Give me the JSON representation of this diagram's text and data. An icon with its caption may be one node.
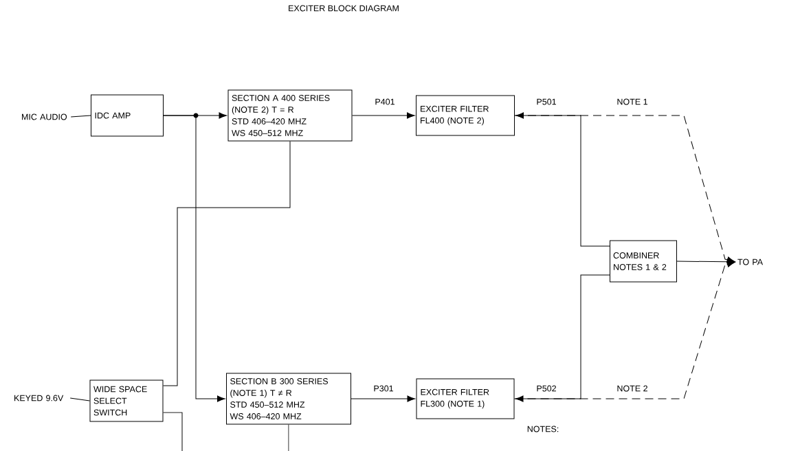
{
  "diagram": {
    "title": "EXCITER BLOCK DIAGRAM",
    "nodes": [
      {
        "text": [
          "MIC AUDIO"
        ]
      },
      {
        "text": [
          "IDC AMP"
        ]
      },
      {
        "text": [
          "SECTION A 400 SERIES (NOTE 2) T = R",
          "STD 406–420 MHZ",
          "WS 450–512 MHZ"
        ]
      },
      {
        "text": [
          "EXCITER FILTER FL400 (NOTE 2)"
        ]
      },
      {
        "text": [
          "KEYED 9.6V"
        ]
      },
      {
        "text": [
          "WIDE SPACE SELECT SWITCH"
        ]
      },
      {
        "text": [
          "SECTION B 300 SERIES (NOTE 1) T ≠ R",
          "STD 450–512 MHZ",
          "WS 406–420 MHZ"
        ]
      },
      {
        "text": [
          "EXCITER FILTER FL300 (NOTE 1)"
        ]
      },
      {
        "text": [
          "COMBINER NOTES 1 & 2"
        ]
      },
      {
        "text": [
          "TO PA"
        ]
      }
    ],
    "edges": [
      {
        "from": 0,
        "to": 1,
        "arrow": "none"
      },
      {
        "from": 1,
        "to": 2,
        "arrow": "to"
      },
      {
        "from": 1,
        "to": 6,
        "arrow": "to"
      },
      {
        "from": 2,
        "to": 3,
        "arrow": "to",
        "label": "P401"
      },
      {
        "from": 8,
        "to": 3,
        "arrow": "to",
        "label": "P501"
      },
      {
        "from": 3,
        "to": 9,
        "arrow": "to",
        "style": "dashed",
        "label": "NOTE 1"
      },
      {
        "from": 8,
        "to": 9,
        "arrow": "to"
      },
      {
        "from": 4,
        "to": 5,
        "arrow": "none"
      },
      {
        "from": 5,
        "to": 2,
        "arrow": "none"
      },
      {
        "from": 6,
        "to": 7,
        "arrow": "to",
        "label": "P301"
      },
      {
        "from": 8,
        "to": 7,
        "arrow": "to",
        "label": "P502"
      },
      {
        "from": 7,
        "to": 9,
        "arrow": "to",
        "style": "dashed",
        "label": "NOTE 2"
      },
      {
        "from": 5,
        "to": null,
        "arrow": "none"
      },
      {
        "from": 6,
        "to": null,
        "arrow": "none"
      }
    ],
    "labels": [
      "NOTES:"
    ]
  }
}
